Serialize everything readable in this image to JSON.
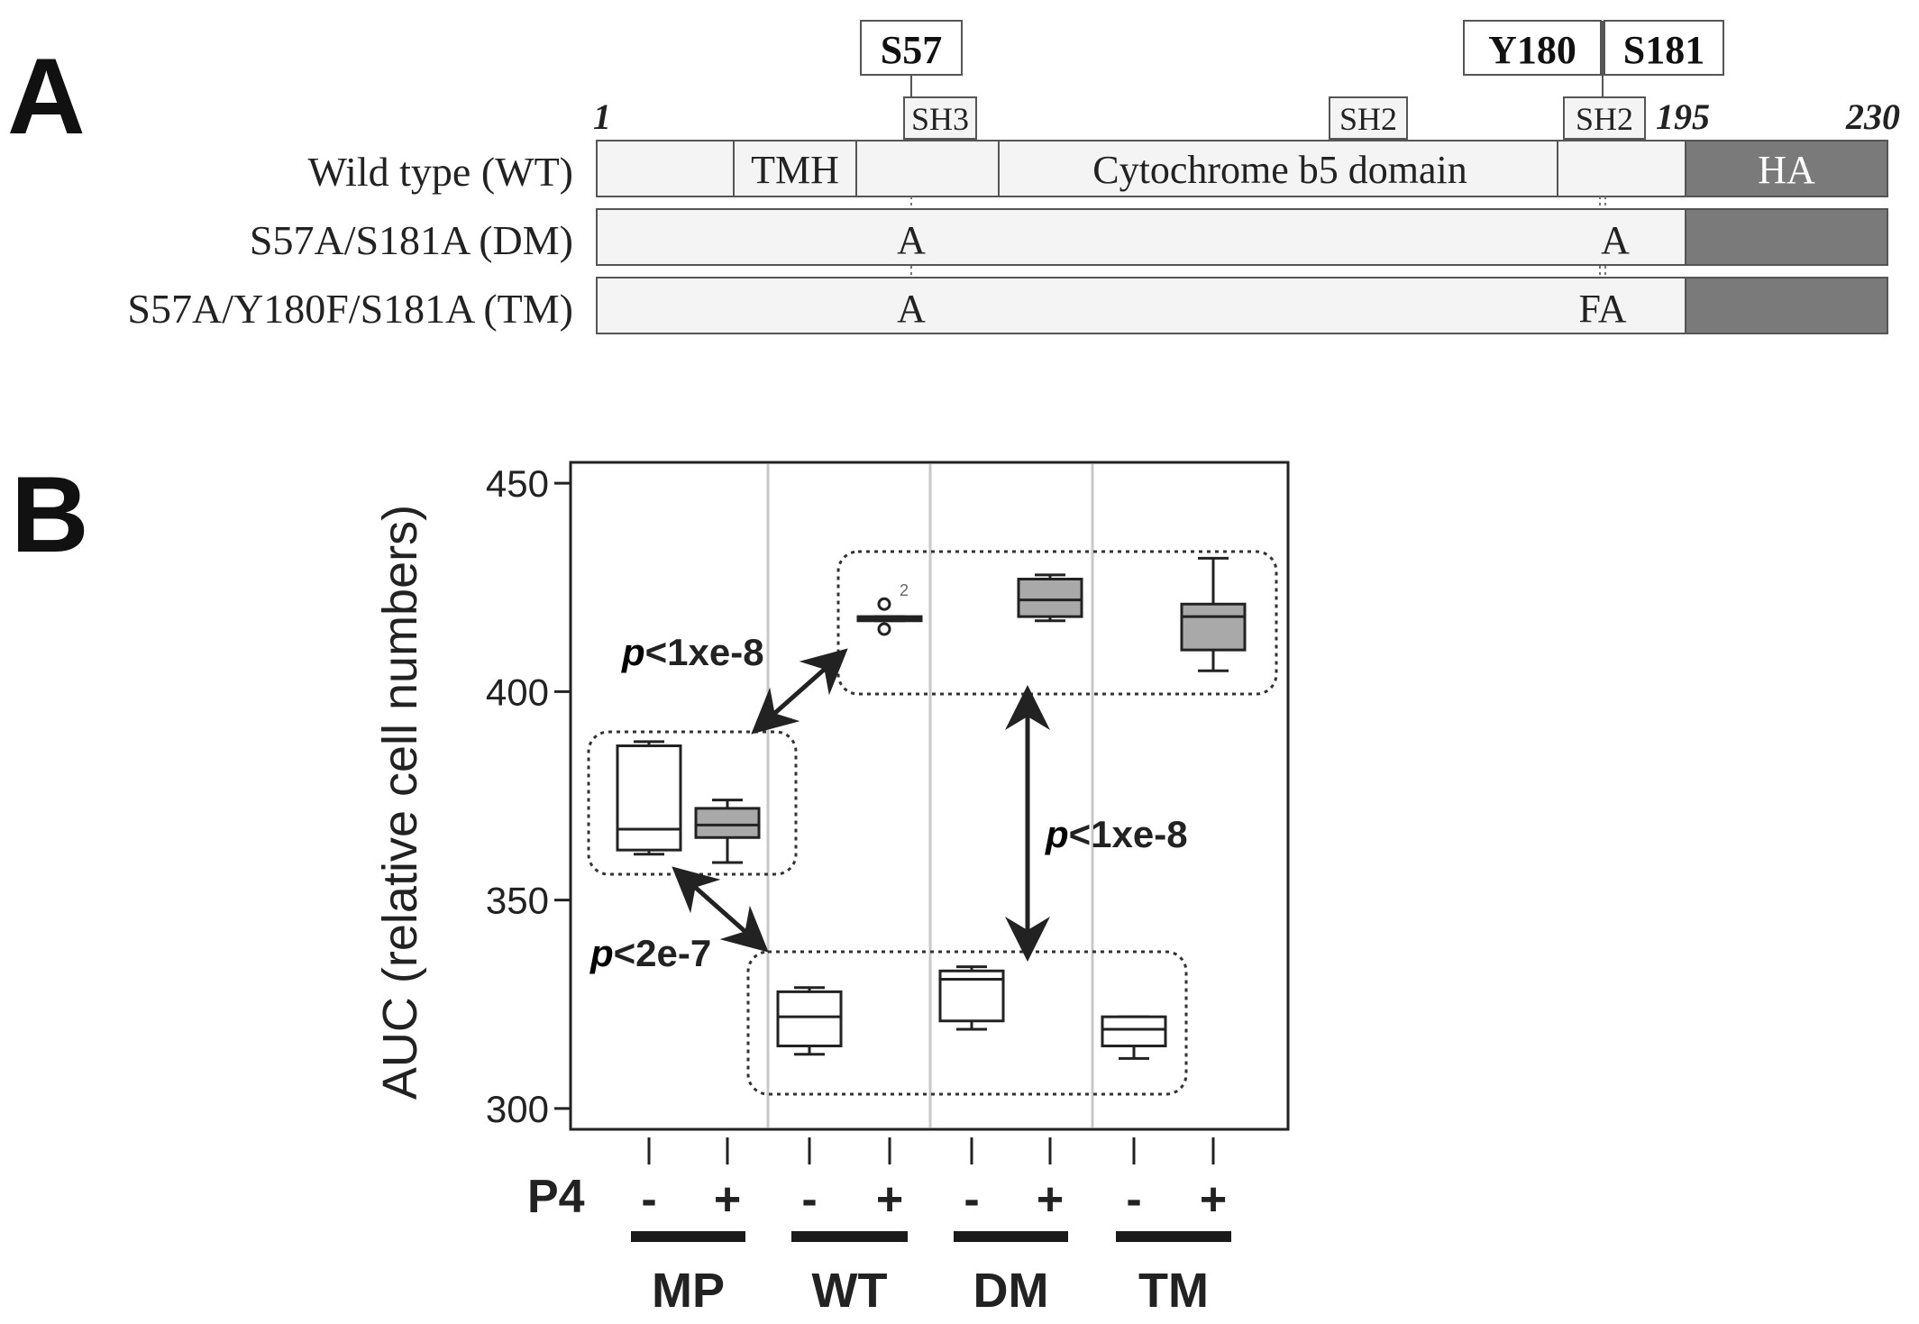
{
  "panel_a": {
    "label": "A",
    "positions": {
      "start": "1",
      "tag_start": "195",
      "end": "230"
    },
    "sites": {
      "s57": "S57",
      "y180": "Y180",
      "s181": "S181"
    },
    "motifs": {
      "sh3": "SH3",
      "sh2_mid": "SH2",
      "sh2_right": "SH2"
    },
    "rows": [
      {
        "label": "Wild type (WT)"
      },
      {
        "label": "S57A/S181A (DM)",
        "mut_left": "A",
        "mut_right": "A"
      },
      {
        "label": "S57A/Y180F/S181A (TM)",
        "mut_left": "A",
        "mut_right": "FA"
      }
    ],
    "domains": {
      "tmh": "TMH",
      "cytb5": "Cytochrome b5 domain",
      "ha": "HA"
    },
    "colors": {
      "ha_fill": "#7a7a7a",
      "row_fill": "#f4f4f4"
    }
  },
  "panel_b": {
    "label": "B",
    "treatment_label": "P4",
    "groups": [
      {
        "name": "MP",
        "minus": "-",
        "plus": "+"
      },
      {
        "name": "WT",
        "minus": "-",
        "plus": "+"
      },
      {
        "name": "DM",
        "minus": "-",
        "plus": "+"
      },
      {
        "name": "TM",
        "minus": "-",
        "plus": "+"
      }
    ],
    "pvalues": [
      {
        "p": "p",
        "rest": "<1xe-8"
      },
      {
        "p": "p",
        "rest": "<1xe-8"
      },
      {
        "p": "p",
        "rest": "<2e-7"
      }
    ],
    "outlier_label": "2"
  },
  "chart_data": {
    "type": "box",
    "ylabel": "AUC (relative cell numbers)",
    "ylim": [
      295,
      455
    ],
    "yticks": [
      300,
      350,
      400,
      450
    ],
    "grid": false,
    "boxes": [
      {
        "group": "MP",
        "p4": "-",
        "filled": false,
        "min": 361,
        "q1": 362,
        "median": 367,
        "q3": 387,
        "max": 388
      },
      {
        "group": "MP",
        "p4": "+",
        "filled": true,
        "min": 359,
        "q1": 365,
        "median": 368,
        "q3": 372,
        "max": 374
      },
      {
        "group": "WT",
        "p4": "-",
        "filled": false,
        "min": 313,
        "q1": 315,
        "median": 322,
        "q3": 328,
        "max": 329
      },
      {
        "group": "WT",
        "p4": "+",
        "filled": true,
        "min": 417,
        "q1": 417,
        "median": 417.5,
        "q3": 418,
        "max": 418,
        "outliers": [
          415,
          421
        ]
      },
      {
        "group": "DM",
        "p4": "-",
        "filled": false,
        "min": 319,
        "q1": 321,
        "median": 331,
        "q3": 333,
        "max": 334
      },
      {
        "group": "DM",
        "p4": "+",
        "filled": true,
        "min": 417,
        "q1": 418,
        "median": 422,
        "q3": 427,
        "max": 428
      },
      {
        "group": "TM",
        "p4": "-",
        "filled": false,
        "min": 312,
        "q1": 315,
        "median": 319,
        "q3": 322,
        "max": 322
      },
      {
        "group": "TM",
        "p4": "+",
        "filled": true,
        "min": 405,
        "q1": 410,
        "median": 418,
        "q3": 421,
        "max": 432
      }
    ]
  }
}
